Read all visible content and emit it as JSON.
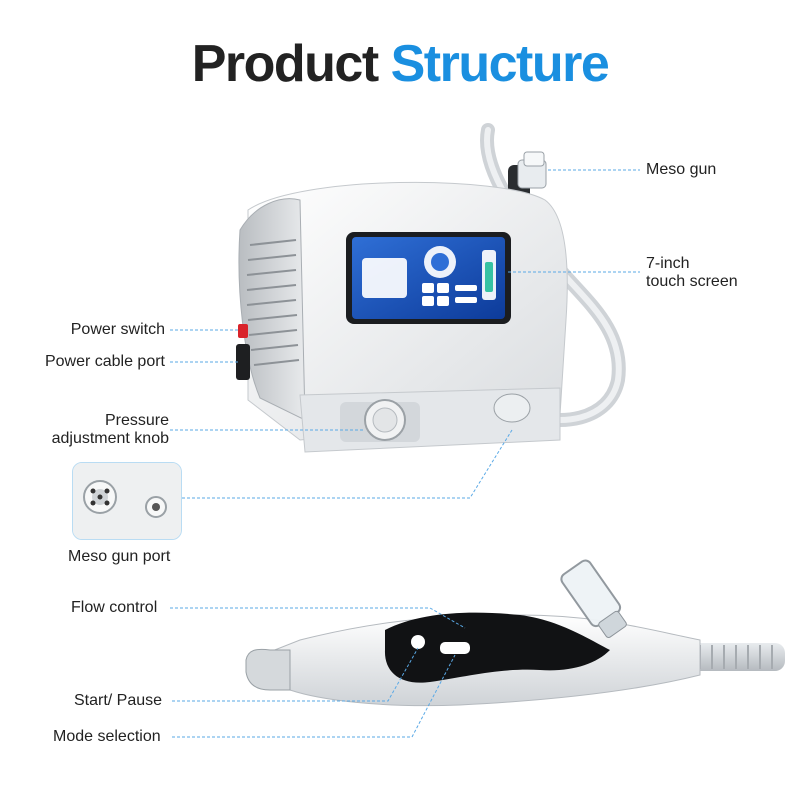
{
  "title": {
    "part1": "Product",
    "part2": "Structure"
  },
  "labels": {
    "meso_gun": "Meso gun",
    "touch_screen_line1": "7-inch",
    "touch_screen_line2": "touch screen",
    "power_switch": "Power switch",
    "power_cable_port": "Power cable port",
    "pressure_knob_line1": "Pressure",
    "pressure_knob_line2": "adjustment knob",
    "meso_gun_port": "Meso gun port",
    "flow_control": "Flow control",
    "start_pause": "Start/ Pause",
    "mode_selection": "Mode selection"
  },
  "colors": {
    "accent": "#1a8fe0",
    "leader_line": "#5aa9e6",
    "title_dark": "#222222"
  }
}
